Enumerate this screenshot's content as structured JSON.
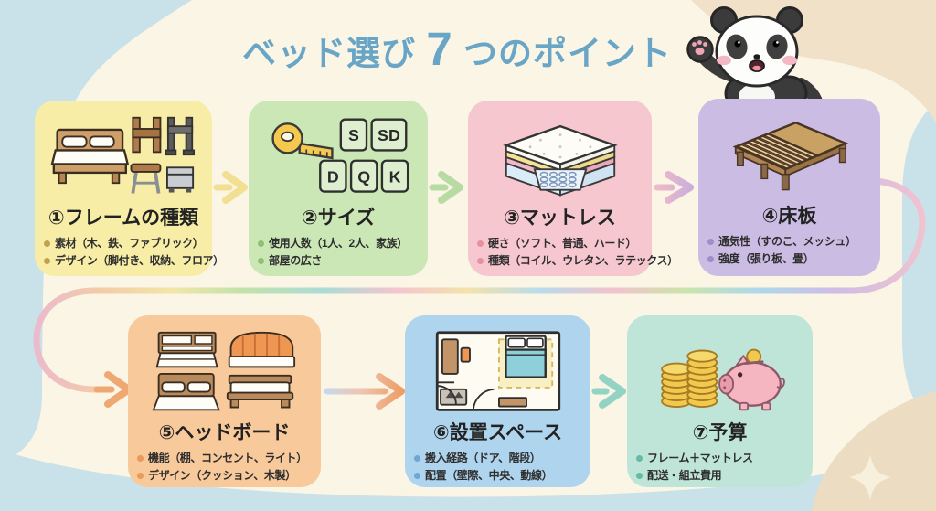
{
  "title": {
    "prefix": "ベッド選び",
    "number": "7",
    "suffix": "つのポイント",
    "color": "#69a5c6"
  },
  "cards": [
    {
      "title": "①フレームの種類",
      "bullets": [
        "素材（木、鉄、ファブリック）",
        "デザイン（脚付き、収納、フロア）"
      ],
      "bg": "#f7eda6",
      "dot": "#c1a14e"
    },
    {
      "title": "②サイズ",
      "bullets": [
        "使用人数（1人、2人、家族）",
        "部屋の広さ"
      ],
      "bg": "#cce7b6",
      "dot": "#8fbf6f",
      "badges": [
        "S",
        "SD",
        "D",
        "Q",
        "K"
      ]
    },
    {
      "title": "③マットレス",
      "bullets": [
        "硬さ（ソフト、普通、ハード）",
        "種類（コイル、ウレタン、ラテックス）"
      ],
      "bg": "#f6c7cf",
      "dot": "#e78fa3"
    },
    {
      "title": "④床板",
      "bullets": [
        "通気性（すのこ、メッシュ）",
        "強度（張り板、畳）"
      ],
      "bg": "#cbbce4",
      "dot": "#9f8cc9"
    },
    {
      "title": "⑤ヘッドボード",
      "bullets": [
        "機能（棚、コンセント、ライト）",
        "デザイン（クッション、木製）"
      ],
      "bg": "#f8c99b",
      "dot": "#e89a57"
    },
    {
      "title": "⑥設置スペース",
      "bullets": [
        "搬入経路（ドア、階段）",
        "配置（壁際、中央、動線）"
      ],
      "bg": "#aed4ee",
      "dot": "#6fa6d6"
    },
    {
      "title": "⑦予算",
      "bullets": [
        "フレーム＋マットレス",
        "配送・組立費用"
      ],
      "bg": "#bfe5d9",
      "dot": "#66b9a4"
    }
  ],
  "palette": {
    "canvas_cream": "#faf5e4",
    "sky_blue": "#c9e2ea",
    "beige_top": "#f0e1c8",
    "beige_bottom": "#ecdcc2",
    "arrow_yellow": "#f2df92",
    "arrow_green": "#b8dba4",
    "arrow_teal": "#93d3c4",
    "arrow_orange": "#efa872"
  }
}
